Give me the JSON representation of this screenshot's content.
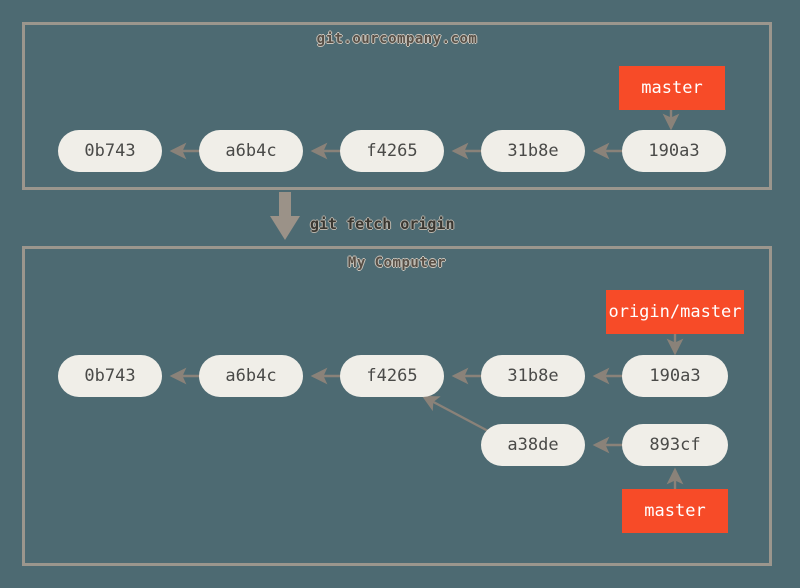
{
  "diagram": {
    "background_color": "#4d6a72",
    "node_fill": "#f0eee8",
    "node_text_color": "#4a4a48",
    "branch_label_color": "#f74b28",
    "branch_label_text_color": "#ffffff",
    "arrow_color": "#8a8279",
    "panel_border_color": "#9b968d"
  },
  "panels": [
    {
      "id": "remote",
      "title": "git.ourcompany.com"
    },
    {
      "id": "local",
      "title": "My Computer"
    }
  ],
  "operation": {
    "label": "git fetch origin"
  },
  "remote_commits": [
    {
      "id": "0b743"
    },
    {
      "id": "a6b4c"
    },
    {
      "id": "f4265"
    },
    {
      "id": "31b8e"
    },
    {
      "id": "190a3"
    }
  ],
  "remote_branches": [
    {
      "name": "master",
      "points_to": "190a3"
    }
  ],
  "local_commits_main": [
    {
      "id": "0b743"
    },
    {
      "id": "a6b4c"
    },
    {
      "id": "f4265"
    },
    {
      "id": "31b8e"
    },
    {
      "id": "190a3"
    }
  ],
  "local_commits_branch": [
    {
      "id": "a38de"
    },
    {
      "id": "893cf"
    }
  ],
  "local_branches": [
    {
      "name": "origin/master",
      "points_to": "190a3"
    },
    {
      "name": "master",
      "points_to": "893cf"
    }
  ]
}
